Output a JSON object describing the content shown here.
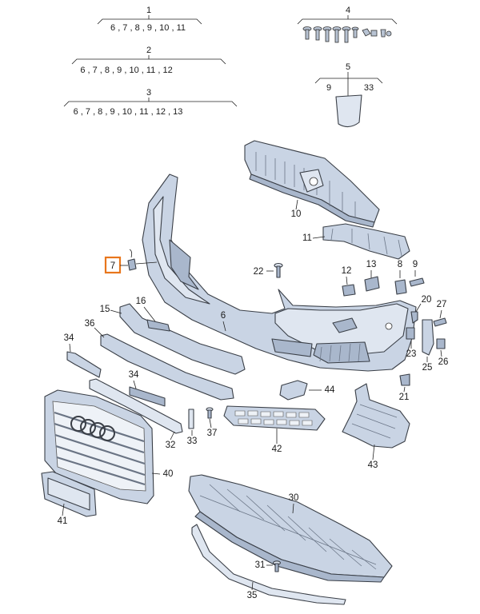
{
  "groups": [
    {
      "id": "1",
      "items": "6,7,8,9,10,11"
    },
    {
      "id": "2",
      "items": "6,7,8,9,10,11,12"
    },
    {
      "id": "3",
      "items": "6,7,8,9,10,11,12,13"
    },
    {
      "id": "4",
      "items": ""
    },
    {
      "id": "5",
      "items_left": "9",
      "items_right": "33"
    }
  ],
  "callouts": {
    "n6": "6",
    "n7": "7",
    "n8": "8",
    "n9": "9",
    "n10": "10",
    "n11": "11",
    "n12": "12",
    "n13": "13",
    "n15": "15",
    "n16": "16",
    "n20": "20",
    "n21": "21",
    "n22": "22",
    "n23": "23",
    "n25": "25",
    "n26": "26",
    "n27": "27",
    "n30": "30",
    "n31": "31",
    "n32": "32",
    "n33": "33",
    "n34a": "34",
    "n34b": "34",
    "n35": "35",
    "n36": "36",
    "n37": "37",
    "n40": "40",
    "n41": "41",
    "n42": "42",
    "n43": "43",
    "n44": "44"
  },
  "highlight": {
    "part": "7",
    "color": "#e8761c"
  }
}
